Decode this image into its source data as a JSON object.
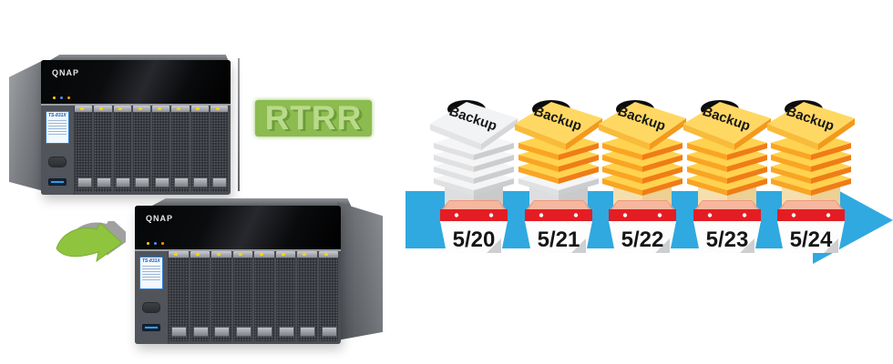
{
  "devices": {
    "source": {
      "brand": "QNAP",
      "model": "TS-831X",
      "bays": 8
    },
    "target": {
      "brand": "QNAP",
      "model": "TS-831X",
      "bays": 8
    }
  },
  "rtrr_label": "RTRR",
  "timeline": {
    "folder_label": "Backup",
    "days": [
      {
        "date": "5/20",
        "variant": "white"
      },
      {
        "date": "5/21",
        "variant": "mixed"
      },
      {
        "date": "5/22",
        "variant": "yellow"
      },
      {
        "date": "5/23",
        "variant": "yellow"
      },
      {
        "date": "5/24",
        "variant": "yellow"
      }
    ]
  },
  "colors": {
    "rtrr_green": "#8cbb4f",
    "arrow_green": "#8fc43e",
    "timeline_blue": "#2fa9e0",
    "calendar_red": "#e41d24",
    "calendar_salmon": "#ef987e",
    "folder_yellow": "#ffd24f",
    "folder_orange": "#ef7d16"
  }
}
